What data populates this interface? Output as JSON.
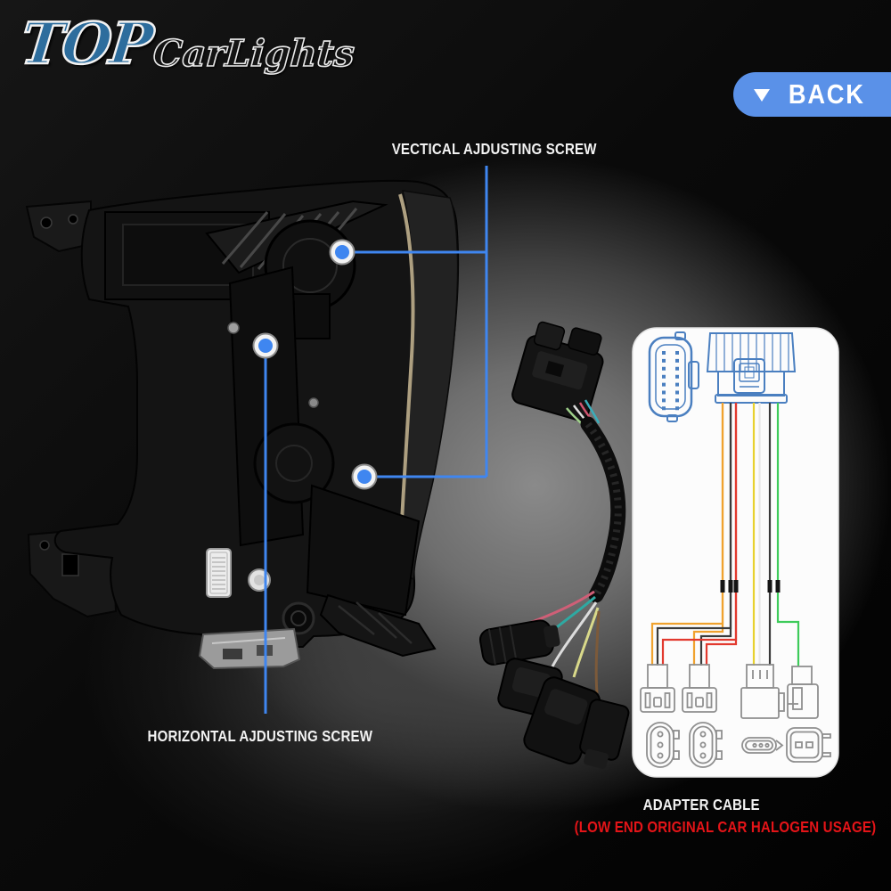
{
  "brand": {
    "logo_top": "TOP",
    "logo_rest": "CarLights"
  },
  "back_button": {
    "label": "BACK",
    "icon": "down-triangle"
  },
  "callouts": {
    "vertical_screw": "VECTICAL AJDUSTING SCREW",
    "horizontal_screw": "HORIZONTAL AJDUSTING SCREW"
  },
  "caption": {
    "title": "ADAPTER CABLE",
    "note": "(LOW END ORIGINAL CAR HALOGEN USAGE)"
  },
  "colors": {
    "accent_blue": "#3f86f0",
    "back_blue": "#5a91e8",
    "logo_blue": "#2d6d9d",
    "note_red": "#e41418",
    "diagram_blue": "#4a7fc0",
    "diagram_gray": "#8f8f8f",
    "wire_orange": "#f0a22e",
    "wire_red": "#e2392e",
    "wire_yellow": "#e8d12f",
    "wire_green": "#3ecb5a",
    "wire_black": "#3a3a3a",
    "wire_white": "#e8e8e8"
  }
}
